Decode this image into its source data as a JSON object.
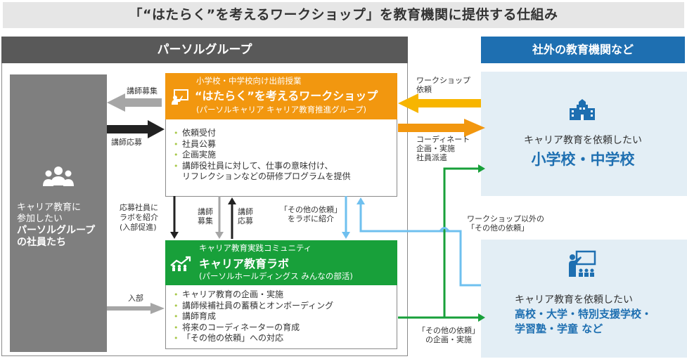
{
  "title": "「“はたらく”を考えるワークショップ」を教育機関に提供する仕組み",
  "group": {
    "header": "パーソルグループ",
    "employees": {
      "line1": "キャリア教育に",
      "line2": "参加したい",
      "bold1": "パーソルグループ",
      "bold2": "の社員たち"
    }
  },
  "workshop": {
    "caption": "小学校・中学校向け出前授業",
    "name": "“はたらく”を考えるワークショップ",
    "org": "(パーソルキャリア キャリア教育推進グループ)",
    "items": [
      "依頼受付",
      "社員公募",
      "企画実施",
      "講師役社員に対して、仕事の意味付け、",
      "リフレクションなどの研修プログラムを提供"
    ]
  },
  "lab": {
    "caption": "キャリア教育実践コミュニティ",
    "name": "キャリア教育ラボ",
    "org": "(パーソルホールディングス みんなの部活)",
    "items": [
      "キャリア教育の企画・実施",
      "講師候補社員の蓄積とオンボーディング",
      "講師育成",
      "将来のコーディネーターの育成",
      "「その他の依頼」への対応"
    ]
  },
  "external": {
    "header": "社外の教育機関など",
    "school1": {
      "small": "キャリア教育を依頼したい",
      "big": "小学校・中学校"
    },
    "school2": {
      "small": "キャリア教育を依頼したい",
      "line1": "高校・大学・特別支援学校・",
      "line2": "学習塾・学童 など"
    }
  },
  "labels": {
    "recruit": "講師募集",
    "apply": "講師応募",
    "applicant_line1": "応募社員に",
    "applicant_line2": "ラボを紹介",
    "applicant_line3": "(入部促進)",
    "lecturer_recruit_1": "講師",
    "lecturer_recruit_2": "募集",
    "lecturer_apply_1": "講師",
    "lecturer_apply_2": "応募",
    "other_intro_1": "「その他の依頼」",
    "other_intro_2": "をラボに紹介",
    "join": "入部",
    "ws_request_1": "ワークショップ",
    "ws_request_2": "依頼",
    "coord_1": "コーディネート",
    "coord_2": "企画・実施",
    "coord_3": "社員派遣",
    "non_ws_1": "ワークショップ以外の",
    "non_ws_2": "「その他の依頼」",
    "other_plan_1": "「その他の依頼」",
    "other_plan_2": "の企画・実施"
  },
  "colors": {
    "orange": "#f2970f",
    "yellow": "#f7b500",
    "green": "#18a03a",
    "blue": "#1e6fb1",
    "light_blue": "#6fc0ef",
    "gray": "#7f7f7f"
  }
}
